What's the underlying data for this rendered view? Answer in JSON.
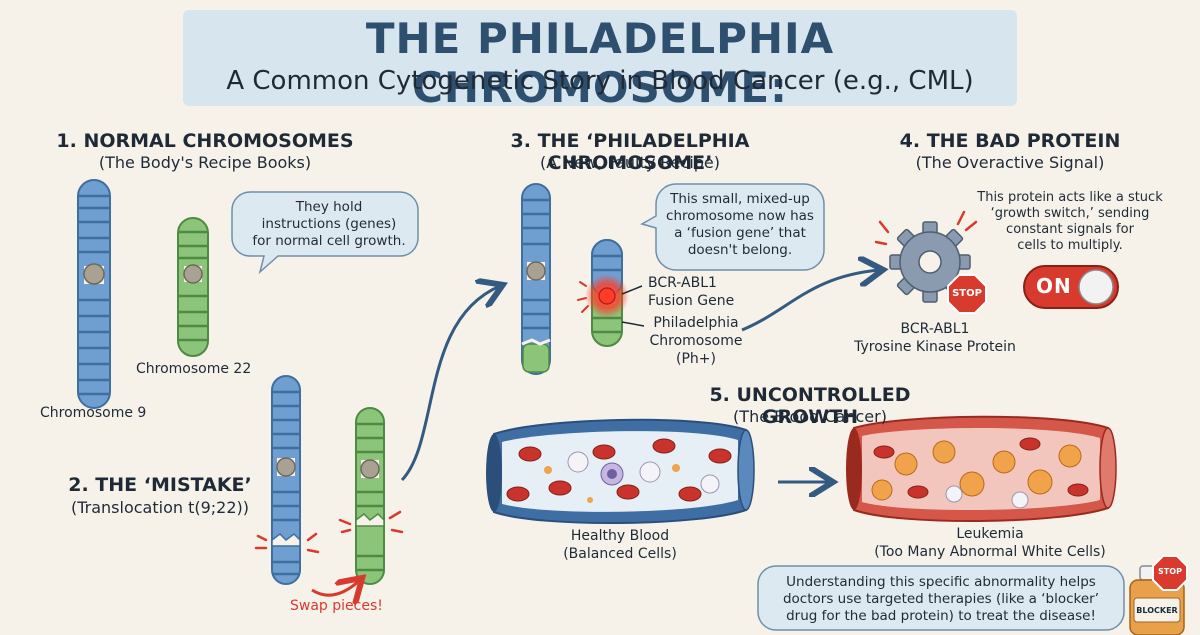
{
  "title": {
    "main": "THE PHILADELPHIA CHROMOSOME:",
    "sub": "A Common Cytogenetic Story in Blood Cancer (e.g., CML)"
  },
  "section1": {
    "heading": "1. NORMAL CHROMOSOMES",
    "subheading": "(The Body's Recipe Books)",
    "bubble": [
      "They hold",
      "instructions (genes)",
      "for normal cell growth."
    ],
    "chromosome9_label": "Chromosome 9",
    "chromosome22_label": "Chromosome 22"
  },
  "section2": {
    "heading": "2. THE ‘MISTAKE’",
    "subheading": "(Translocation t(9;22))",
    "swap_label": "Swap pieces!"
  },
  "section3": {
    "heading": "3. THE ‘PHILADELPHIA CHROMOSOME’",
    "subheading": "(A New, Faulty Recipe)",
    "bubble": [
      "This small, mixed-up",
      "chromosome now has",
      "a ‘fusion gene’ that",
      "doesn't belong."
    ],
    "fusion_label": [
      "BCR-ABL1",
      "Fusion Gene"
    ],
    "ph_label": [
      "Philadelphia",
      "Chromosome",
      "(Ph+)"
    ]
  },
  "section4": {
    "heading": "4. THE BAD PROTEIN",
    "subheading": "(The Overactive Signal)",
    "description": [
      "This protein acts like a stuck",
      "‘growth switch,’ sending",
      "constant signals for",
      "cells to multiply."
    ],
    "stop_sign": "STOP",
    "switch_label": "ON",
    "protein_label": [
      "BCR-ABL1",
      "Tyrosine Kinase Protein"
    ]
  },
  "section5": {
    "heading": "5. UNCONTROLLED GROWTH",
    "subheading": "(The Blood Cancer)",
    "healthy_label": [
      "Healthy Blood",
      "(Balanced Cells)"
    ],
    "leukemia_label": [
      "Leukemia",
      "(Too Many Abnormal White Cells)"
    ]
  },
  "footer": {
    "note": [
      "Understanding this specific abnormality helps",
      "doctors use targeted therapies (like a ‘blocker’",
      "drug for the bad protein) to treat the disease!"
    ],
    "bottle_label": "BLOCKER",
    "bottle_stop": "STOP"
  },
  "colors": {
    "chr9_blue": "#6f9fd0",
    "chr9_band": "#3f6f9e",
    "chr22_green": "#8cc47a",
    "chr22_band": "#4e8a44",
    "centromere": "#a9a292",
    "accent_red": "#d83a2e",
    "arrow": "#355a80",
    "title_bg": "#d6e5ee",
    "bubble_bg": "#dde9f1"
  }
}
